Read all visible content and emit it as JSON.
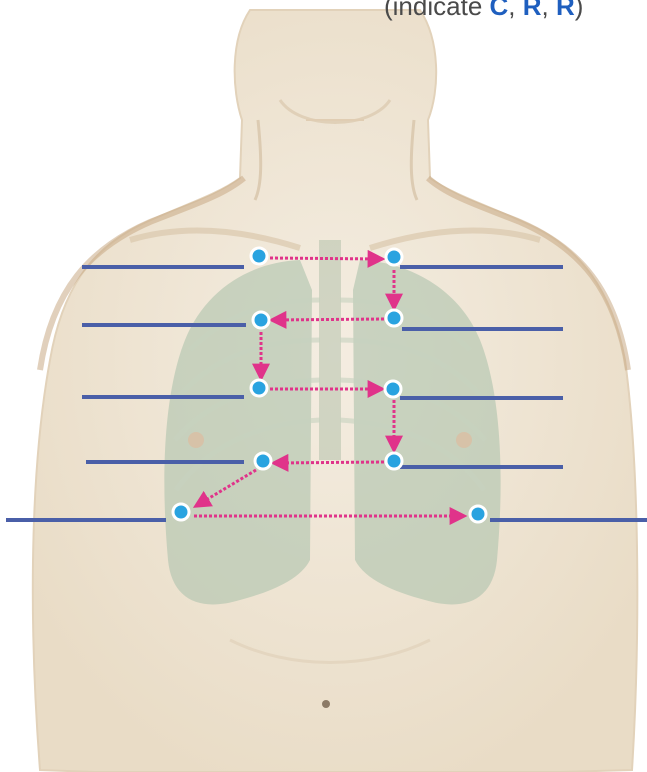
{
  "caption": {
    "open": "(indicate ",
    "k1": "C",
    "sep1": ", ",
    "k2": "R",
    "sep2": ", ",
    "k3": "R",
    "close": ")"
  },
  "colors": {
    "line": "#4a5fa8",
    "dot_fill": "#29a3e0",
    "dot_ring": "#ffffff",
    "arrow": "#e0338a",
    "arrow_pale": "#f3b8d6",
    "skin": "#efe6d6",
    "lung": "#b8c9b4"
  },
  "auscultation_points": [
    {
      "id": 1,
      "side": "right"
    },
    {
      "id": 2,
      "side": "left"
    },
    {
      "id": 3,
      "side": "left"
    },
    {
      "id": 4,
      "side": "right"
    },
    {
      "id": 5,
      "side": "right"
    },
    {
      "id": 6,
      "side": "left"
    },
    {
      "id": 7,
      "side": "left"
    },
    {
      "id": 8,
      "side": "right"
    },
    {
      "id": 9,
      "side": "right"
    },
    {
      "id": 10,
      "side": "left"
    }
  ]
}
